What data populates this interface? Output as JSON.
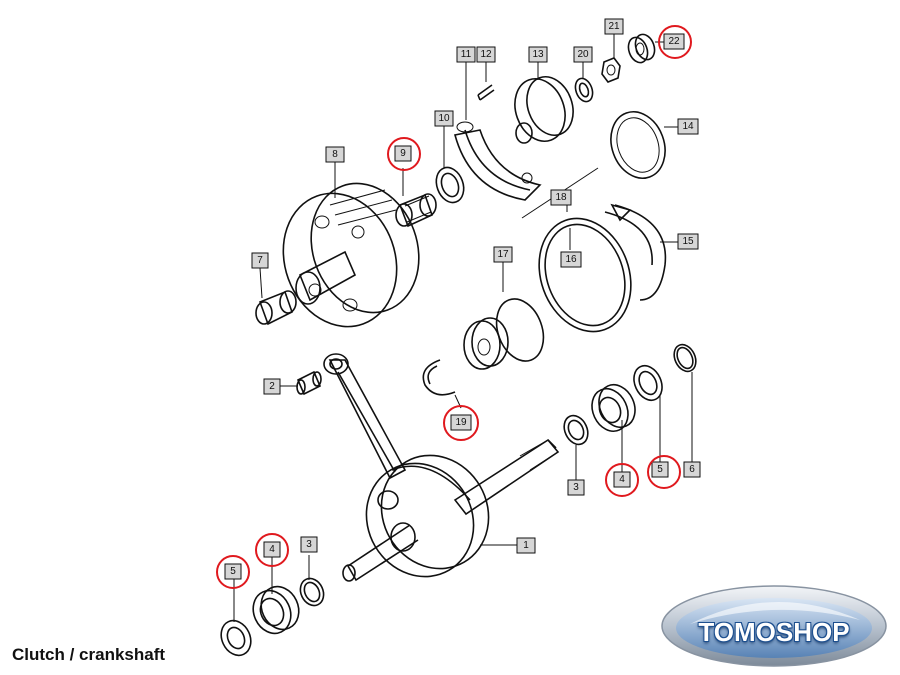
{
  "diagram": {
    "caption": "Clutch / crankshaft",
    "logo_text": "TOMOSHOP",
    "highlight_color": "#e0191e",
    "label_fill": "#d6d6d6",
    "labels": [
      {
        "id": "1",
        "text": "1",
        "highlighted": false
      },
      {
        "id": "2",
        "text": "2",
        "highlighted": false
      },
      {
        "id": "3a",
        "text": "3",
        "highlighted": false
      },
      {
        "id": "3b",
        "text": "3",
        "highlighted": false
      },
      {
        "id": "4a",
        "text": "4",
        "highlighted": true
      },
      {
        "id": "4b",
        "text": "4",
        "highlighted": true
      },
      {
        "id": "5a",
        "text": "5",
        "highlighted": true
      },
      {
        "id": "5b",
        "text": "5",
        "highlighted": true
      },
      {
        "id": "6",
        "text": "6",
        "highlighted": false
      },
      {
        "id": "7",
        "text": "7",
        "highlighted": false
      },
      {
        "id": "8",
        "text": "8",
        "highlighted": false
      },
      {
        "id": "9",
        "text": "9",
        "highlighted": true
      },
      {
        "id": "10",
        "text": "10",
        "highlighted": false
      },
      {
        "id": "11",
        "text": "11",
        "highlighted": false
      },
      {
        "id": "12",
        "text": "12",
        "highlighted": false
      },
      {
        "id": "13",
        "text": "13",
        "highlighted": false
      },
      {
        "id": "14",
        "text": "14",
        "highlighted": false
      },
      {
        "id": "15",
        "text": "15",
        "highlighted": false
      },
      {
        "id": "16",
        "text": "16",
        "highlighted": false
      },
      {
        "id": "17",
        "text": "17",
        "highlighted": false
      },
      {
        "id": "18",
        "text": "18",
        "highlighted": false
      },
      {
        "id": "19",
        "text": "19",
        "highlighted": true
      },
      {
        "id": "20",
        "text": "20",
        "highlighted": false
      },
      {
        "id": "21",
        "text": "21",
        "highlighted": false
      },
      {
        "id": "22",
        "text": "22",
        "highlighted": true
      }
    ]
  }
}
